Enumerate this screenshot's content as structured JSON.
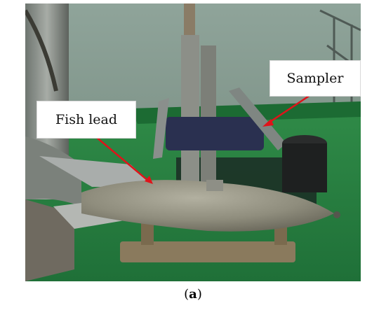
{
  "annotations": {
    "sampler_label": "Sampler",
    "fish_lead_label": "Fish lead",
    "arrow_color": "#e0131a"
  },
  "caption": {
    "open": "(",
    "letter": "a",
    "close": ")"
  }
}
